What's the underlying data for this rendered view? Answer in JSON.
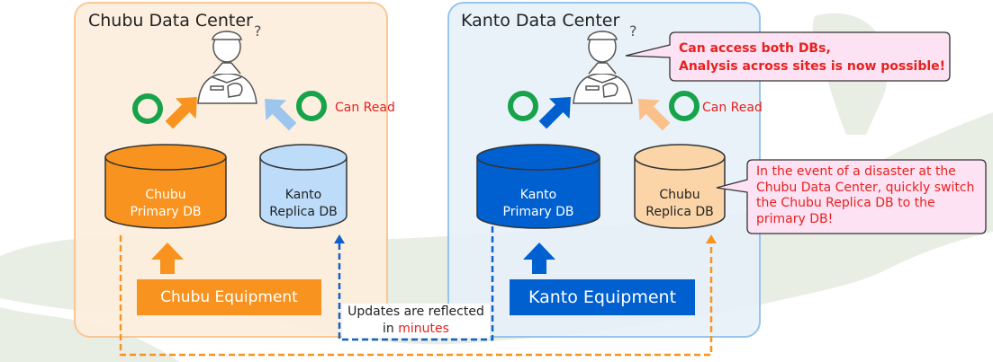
{
  "sites": {
    "chubu": {
      "title": "Chubu Data Center",
      "primary_db": {
        "line1": "Chubu",
        "line2": "Primary DB"
      },
      "replica_db": {
        "line1": "Kanto",
        "line2": "Replica DB"
      },
      "can_read": "Can Read",
      "equipment": "Chubu Equipment"
    },
    "kanto": {
      "title": "Kanto Data Center",
      "primary_db": {
        "line1": "Kanto",
        "line2": "Primary DB"
      },
      "replica_db": {
        "line1": "Chubu",
        "line2": "Replica DB"
      },
      "can_read": "Can Read",
      "equipment": "Kanto Equipment"
    }
  },
  "callouts": {
    "access": {
      "line1": "Can access both DBs,",
      "line2": "Analysis across sites is now possible!"
    },
    "disaster": {
      "line1": "In the event of a disaster at the",
      "line2": "Chubu Data Center, quickly switch",
      "line3": "the Chubu Replica DB to the",
      "line4": "primary DB!"
    }
  },
  "replication_note": {
    "line1": "Updates are reflected",
    "in_word": "in",
    "highlight": "minutes"
  },
  "colors": {
    "orange": "#f7931e",
    "orange_light": "#fbd5a8",
    "blue": "#0060d0",
    "blue_light": "#bcdcfa",
    "light_blue_arrow": "#9dc6ee",
    "green_ok": "#17a34a",
    "red_text": "#e8211e",
    "callout_bg": "#fde2f4"
  },
  "icons": {
    "person": "person-thinking-icon",
    "ok": "green-circle-ok-icon"
  }
}
